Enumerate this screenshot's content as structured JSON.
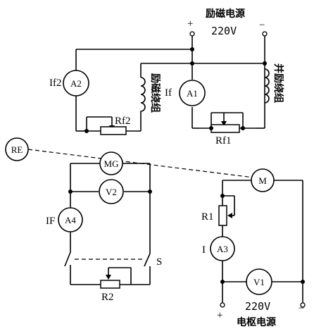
{
  "top_supply": {
    "title": "励磁电源",
    "voltage": "220V",
    "plus": "+",
    "minus": "−"
  },
  "bottom_supply": {
    "title": "电枢电源",
    "voltage": "220V",
    "plus": "+",
    "minus": "−"
  },
  "left_field": {
    "current": "If2",
    "meter": "A2",
    "rheostat": "Rf2",
    "winding": "励磁绕组"
  },
  "right_field": {
    "current": "If",
    "meter": "A1",
    "rheostat": "Rf1",
    "winding": "并励绕组"
  },
  "generator": {
    "re": "RE",
    "mg": "MG",
    "voltmeter": "V2",
    "current": "IF",
    "ammeter": "A4",
    "switch": "S",
    "load": "R2"
  },
  "motor": {
    "m": "M",
    "r1": "R1",
    "current": "I",
    "ammeter": "A3",
    "voltmeter": "V1"
  }
}
